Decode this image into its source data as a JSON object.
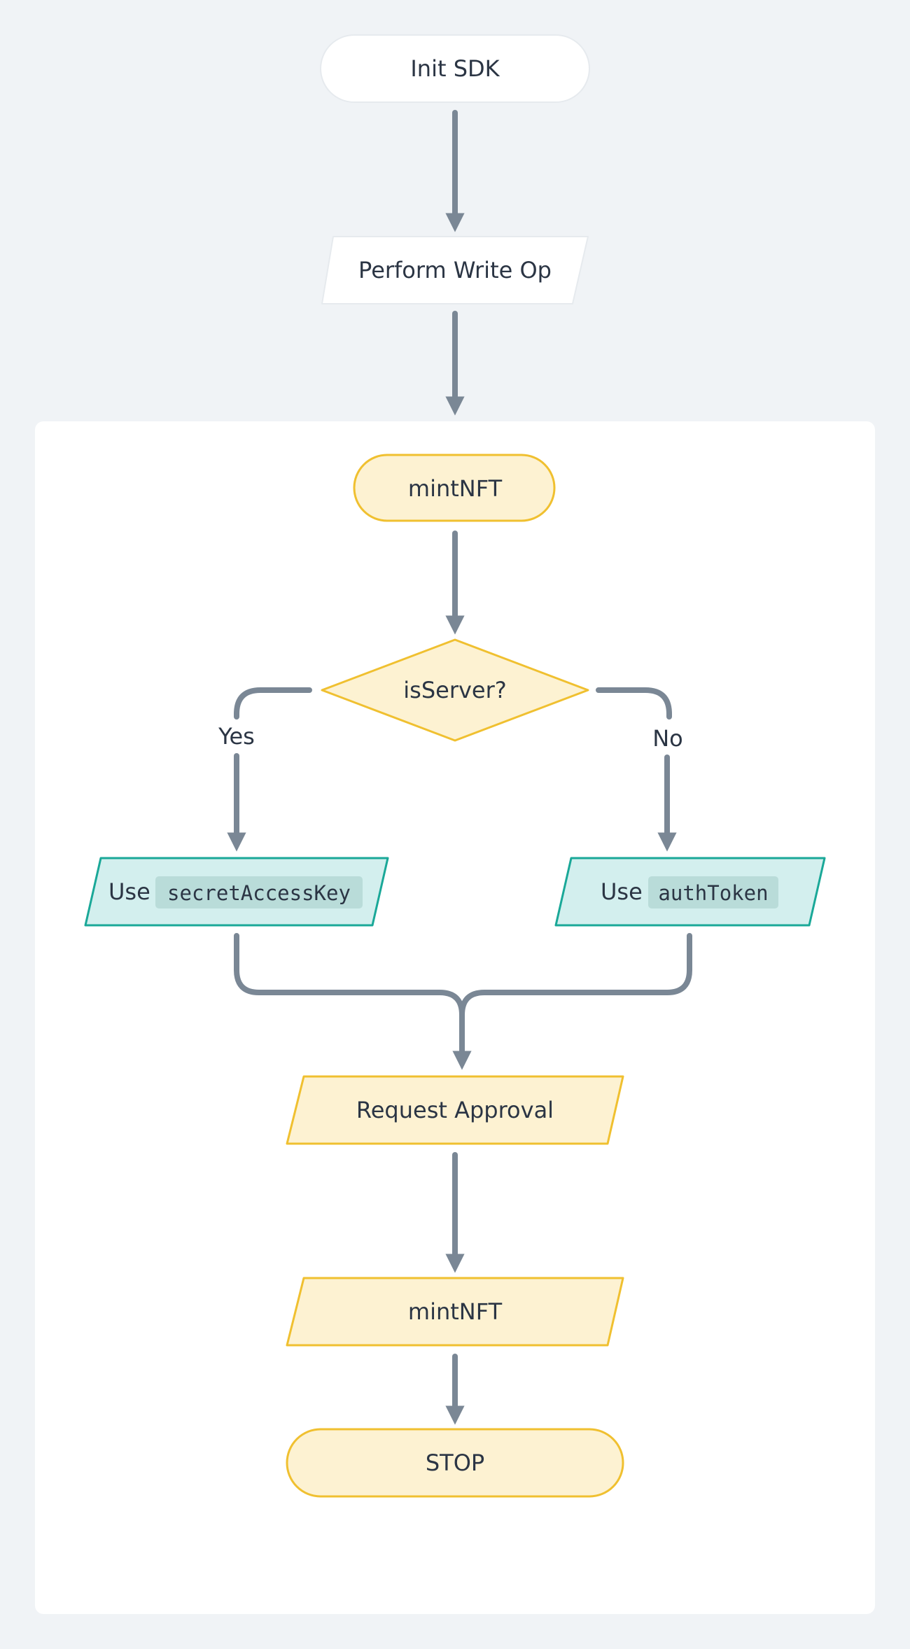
{
  "colors": {
    "page_bg": "#f0f3f6",
    "panel_bg": "#ffffff",
    "node_white": "#ffffff",
    "node_yellow_fill": "#fdf2d2",
    "node_yellow_stroke": "#f0c030",
    "node_teal_fill": "#d3efee",
    "node_teal_stroke": "#1aa898",
    "code_bg": "#b9dcd9",
    "edge": "#7a8795",
    "text": "#2b3544"
  },
  "diagram": {
    "nodes": {
      "init_sdk": {
        "label": "Init SDK",
        "shape": "terminator"
      },
      "perform_write_op": {
        "label": "Perform Write Op",
        "shape": "parallelogram"
      },
      "mint_nft_start": {
        "label": "mintNFT",
        "shape": "terminator"
      },
      "is_server": {
        "label": "isServer?",
        "shape": "decision"
      },
      "use_secret": {
        "prefix": "Use",
        "code": "secretAccessKey",
        "shape": "parallelogram"
      },
      "use_token": {
        "prefix": "Use",
        "code": "authToken",
        "shape": "parallelogram"
      },
      "request_approval": {
        "label": "Request Approval",
        "shape": "parallelogram"
      },
      "mint_nft": {
        "label": "mintNFT",
        "shape": "parallelogram"
      },
      "stop": {
        "label": "STOP",
        "shape": "terminator"
      }
    },
    "edges": {
      "yes_label": "Yes",
      "no_label": "No"
    }
  }
}
